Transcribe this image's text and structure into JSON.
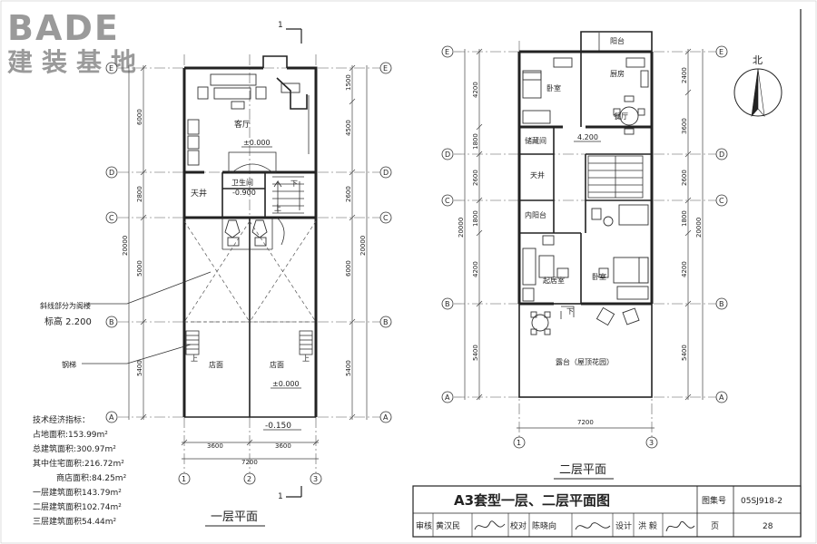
{
  "logo": {
    "brand": "BADE",
    "brand_cn": "建装基地"
  },
  "plan1": {
    "title": "一层平面",
    "section_mark": "1",
    "rooms": {
      "living": "客厅",
      "courtyard": "天井",
      "bath": "卫生间",
      "shop_left": "店面",
      "shop_right": "店面"
    },
    "levels": {
      "living": "±0.000",
      "bath": "-0.900",
      "shop": "±0.000",
      "outside": "-0.150"
    },
    "stair": {
      "up": "上",
      "down": "下",
      "up_left": "上",
      "up_right": "上"
    },
    "notes": {
      "loft": "斜线部分为阁楼",
      "loft_height": "标高 2.200",
      "steel_stair": "钢梯"
    },
    "axes": {
      "A": "A",
      "B": "B",
      "C": "C",
      "D": "D",
      "E": "E",
      "n1": "1",
      "n2": "2",
      "n3": "3"
    },
    "dims": {
      "left_6000": "6000",
      "left_2800": "2800",
      "left_5000": "5000",
      "left_5400": "5400",
      "left_total": "20000",
      "right_1500": "1500",
      "right_4500": "4500",
      "right_2600": "2600",
      "right_6000": "6000",
      "right_5400": "5400",
      "right_total": "20000",
      "b_3600a": "3600",
      "b_3600b": "3600",
      "b_total": "7200"
    }
  },
  "plan2": {
    "title": "二层平面",
    "rooms": {
      "balcony": "阳台",
      "bedroom1": "卧室",
      "kitchen": "厨房",
      "dining": "餐厅",
      "storage": "储藏间",
      "courtyard": "天井",
      "inner_balcony": "内阳台",
      "sitting": "起居室",
      "bedroom2": "卧室",
      "terrace": "露台（屋顶花园）"
    },
    "levels": {
      "floor": "4.200"
    },
    "stair": {
      "down": "下"
    },
    "axes": {
      "A": "A",
      "B": "B",
      "C": "C",
      "D": "D",
      "E": "E",
      "n1": "1",
      "n3": "3"
    },
    "dims": {
      "left_4200a": "4200",
      "left_1800a": "1800",
      "left_2600": "2600",
      "left_1800b": "1800",
      "left_4200b": "4200",
      "left_5400": "5400",
      "left_total": "20000",
      "right_2400": "2400",
      "right_3600": "3600",
      "right_2600": "2600",
      "right_1800": "1800",
      "right_4200": "4200",
      "right_5400": "5400",
      "right_total": "20000",
      "b_total": "7200"
    },
    "north": "北"
  },
  "indicators": {
    "title": "技术经济指标：",
    "lines": [
      "占地面积:153.99m²",
      "总建筑面积:300.97m²",
      "其中住宅面积:216.72m²",
      "商店面积:84.25m²",
      "一层建筑面积143.79m²",
      "二层建筑面积102.74m²",
      "三层建筑面积54.44m²"
    ]
  },
  "titleblock": {
    "title": "A3套型一层、二层平面图",
    "atlas_label": "图集号",
    "atlas_no": "05SJ918-2",
    "review_label": "审核",
    "reviewer": "黄汉民",
    "check_label": "校对",
    "checker": "陈晓向",
    "design_label": "设计",
    "designer": "洪 毅",
    "page_label": "页",
    "page_no": "28"
  }
}
